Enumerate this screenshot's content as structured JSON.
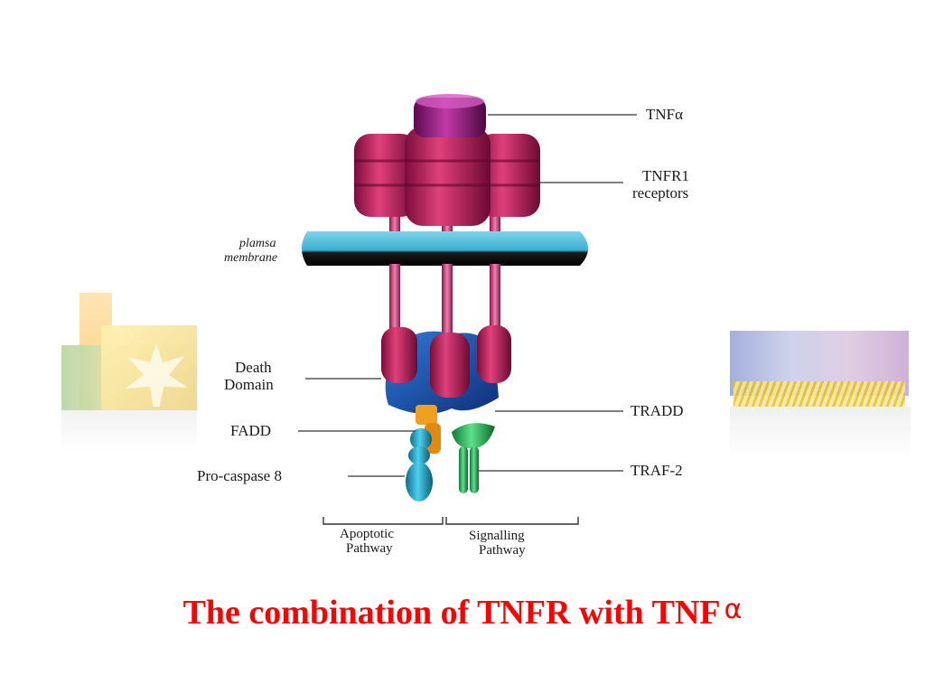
{
  "diagram": {
    "labels": {
      "tnf_alpha": "TNFα",
      "tnfr1_line1": "TNFR1",
      "tnfr1_line2": "receptors",
      "membrane_line1": "plamsa",
      "membrane_line2": "membrane",
      "death_line1": "Death",
      "death_line2": "Domain",
      "fadd": "FADD",
      "procaspase": "Pro-caspase 8",
      "tradd": "TRADD",
      "traf2": "TRAF-2",
      "apoptotic_line1": "Apoptotic",
      "apoptotic_line2": "Pathway",
      "signalling_line1": "Signalling",
      "signalling_line2": "Pathway"
    },
    "colors": {
      "receptor": "#c2185b",
      "tnf": "#8e1a7a",
      "membrane_top": "#45b8d8",
      "membrane_bottom": "#111111",
      "death_domain": "#1e5bb0",
      "fadd": "#f0a020",
      "procaspase": "#1ea0c0",
      "traf2": "#22bb55",
      "caption": "#ff0000"
    }
  },
  "caption": {
    "text": "The combination of TNFR with TNF",
    "symbol": "α"
  },
  "decor": {
    "left_image": "leaf-collage-image",
    "right_image": "texture-collage-image"
  }
}
